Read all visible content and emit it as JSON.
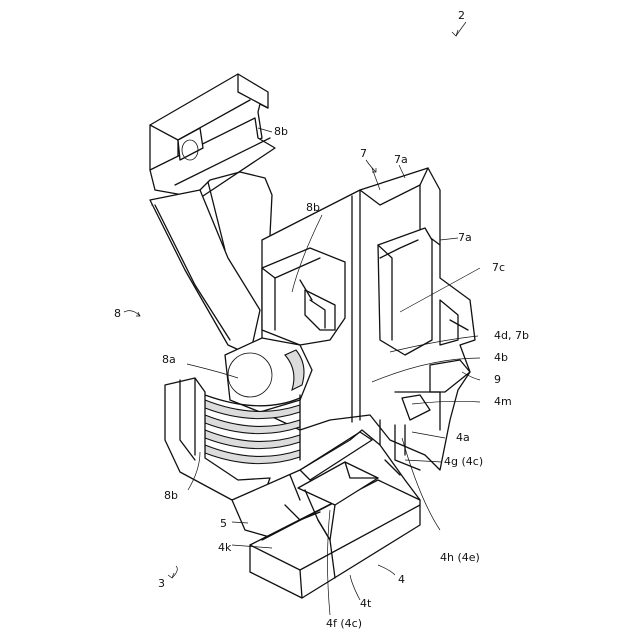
{
  "figure": {
    "labels": {
      "l2": "2",
      "l3": "3",
      "l4": "4",
      "l5": "5",
      "l7": "7",
      "l8": "8",
      "l7a_top": "7a",
      "l7a_right": "7a",
      "l7c": "7c",
      "l8b_top": "8b",
      "l8b_mid": "8b",
      "l8b_bottom": "8b",
      "l8a": "8a",
      "l4d7b": "4d, 7b",
      "l4b": "4b",
      "l9": "9",
      "l4m": "4m",
      "l4a": "4a",
      "l4g": "4g (4c)",
      "l4h": "4h (4e)",
      "l4k": "4k",
      "l4t": "4t",
      "l4f": "4f (4c)"
    }
  }
}
